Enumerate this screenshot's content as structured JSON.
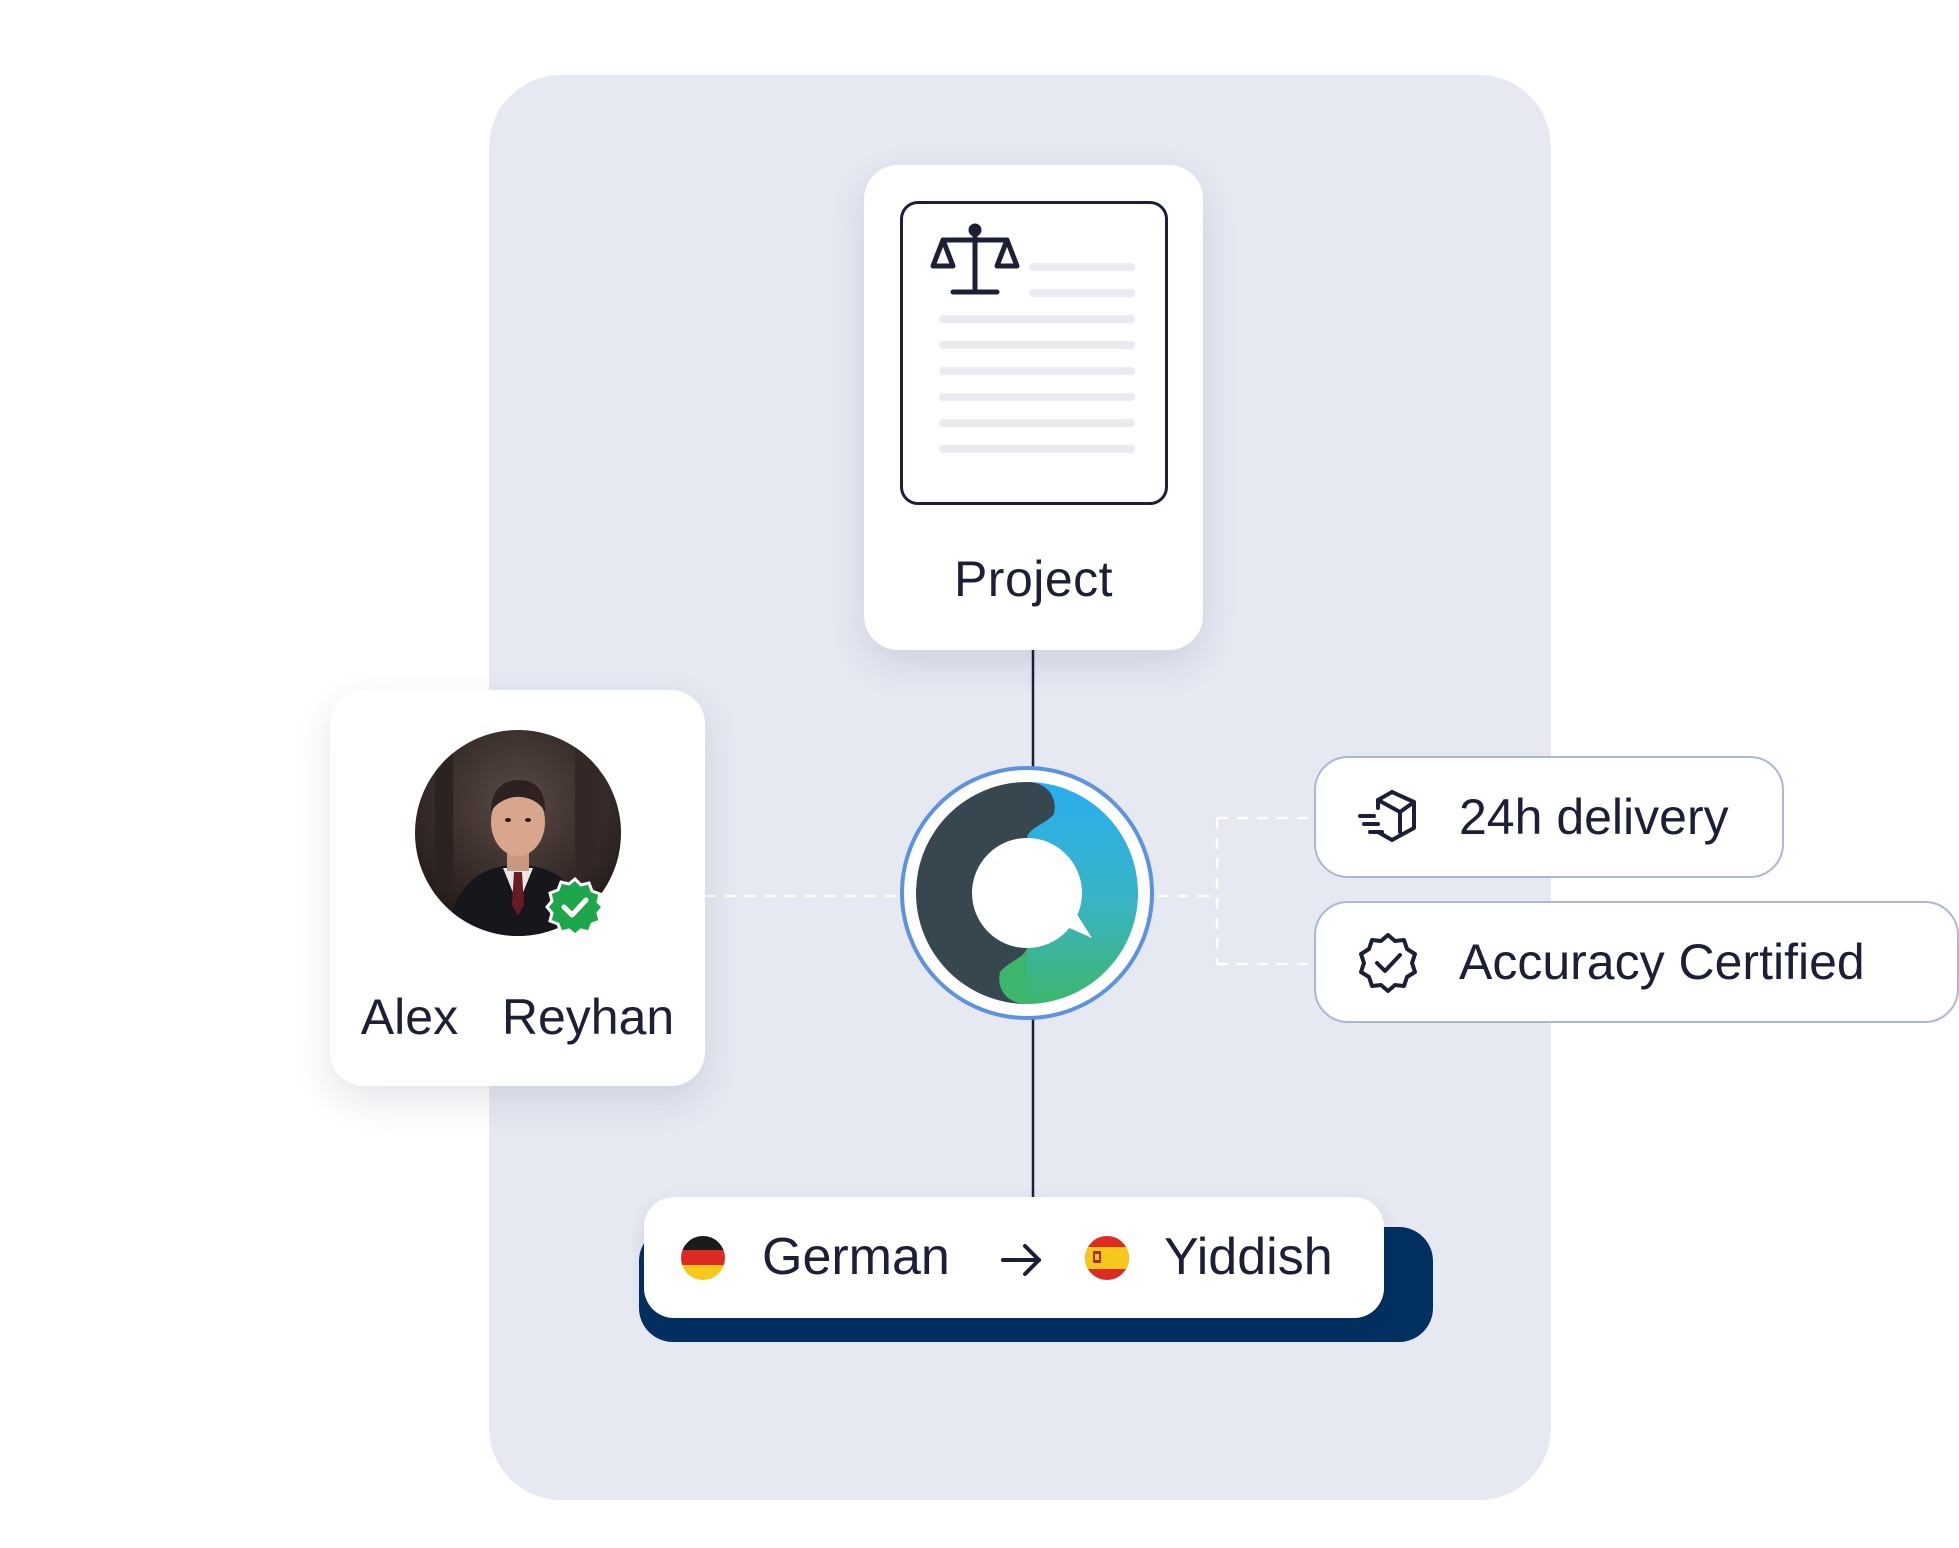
{
  "project": {
    "label": "Project",
    "icon": "scales-icon"
  },
  "translator": {
    "name": "Alex  Reyhan",
    "badge": "verified-badge"
  },
  "hub": {
    "icon": "brand-logo-icon"
  },
  "features": [
    {
      "label": "24h delivery",
      "icon": "package-delivery-icon"
    },
    {
      "label": "Accuracy Certified",
      "icon": "certified-badge-icon"
    }
  ],
  "languages": {
    "source": "German",
    "target": "Yiddish",
    "source_flag": "german-flag-icon",
    "target_flag": "spanish-flag-icon"
  },
  "colors": {
    "panel_bg": "#e6e9f2",
    "text": "#1b2036",
    "accent_dark": "#023161",
    "badge_green": "#1ea64a",
    "hub_ring": "#5c93e0",
    "logo_dark": "#374750",
    "logo_blue": "#29aef0",
    "logo_green": "#3cb66d"
  }
}
